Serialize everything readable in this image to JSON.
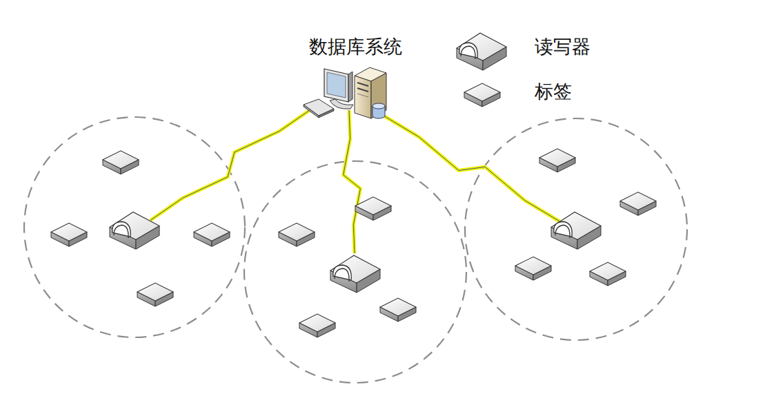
{
  "diagram": {
    "nodes": [
      {
        "text": [
          "数据库系统"
        ]
      }
    ],
    "edges": [],
    "legend": [
      {
        "text": "读写器"
      },
      {
        "text": "标签"
      }
    ]
  }
}
